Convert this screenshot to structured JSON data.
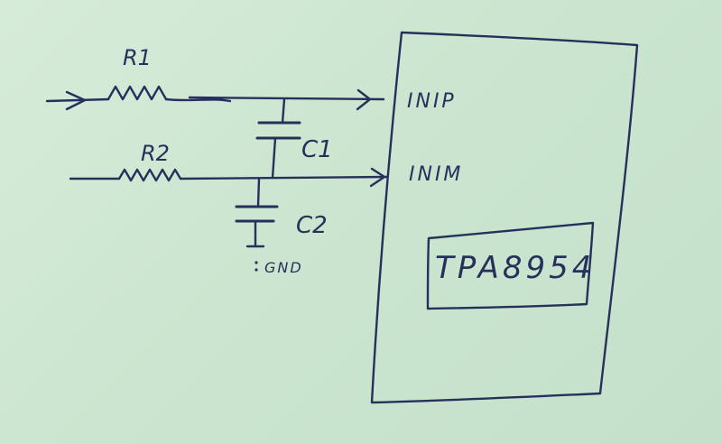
{
  "schematic": {
    "resistor_1": "R1",
    "resistor_2": "R2",
    "capacitor_1": "C1",
    "capacitor_2": "C2",
    "ground": "GND",
    "pin_positive": "INIP",
    "pin_negative": "INIM",
    "chip": "TPA8954"
  },
  "colors": {
    "ink": "#27305a",
    "paper": "#cfe7d4"
  }
}
